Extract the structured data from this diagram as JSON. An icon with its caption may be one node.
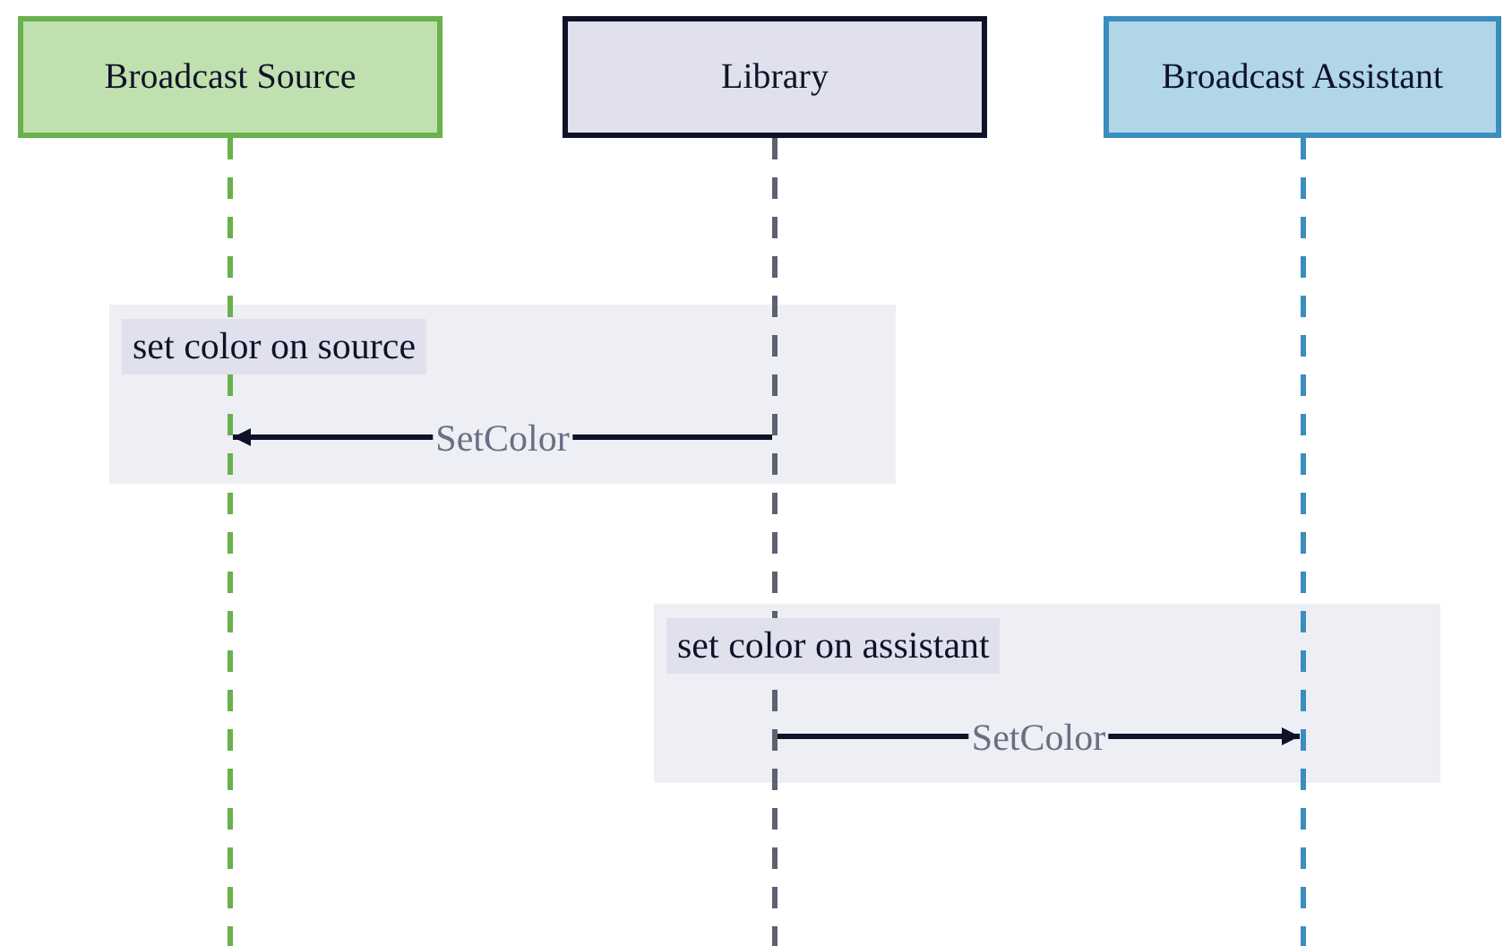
{
  "diagram": {
    "nodes": [
      {
        "text": [
          "Broadcast Source"
        ]
      },
      {
        "text": [
          "Library"
        ]
      },
      {
        "text": [
          "Broadcast Assistant"
        ]
      },
      {
        "text": [
          "set color on source"
        ]
      },
      {
        "text": [
          "set color on assistant"
        ]
      },
      {
        "text": [],
        "shape": "line"
      },
      {
        "text": [],
        "shape": "line"
      },
      {
        "text": [],
        "shape": "line"
      }
    ],
    "edges": [
      {
        "from": 6,
        "to": 5,
        "arrow": "to",
        "label": "SetColor"
      },
      {
        "from": 6,
        "to": 7,
        "arrow": "to",
        "label": "SetColor"
      }
    ]
  }
}
